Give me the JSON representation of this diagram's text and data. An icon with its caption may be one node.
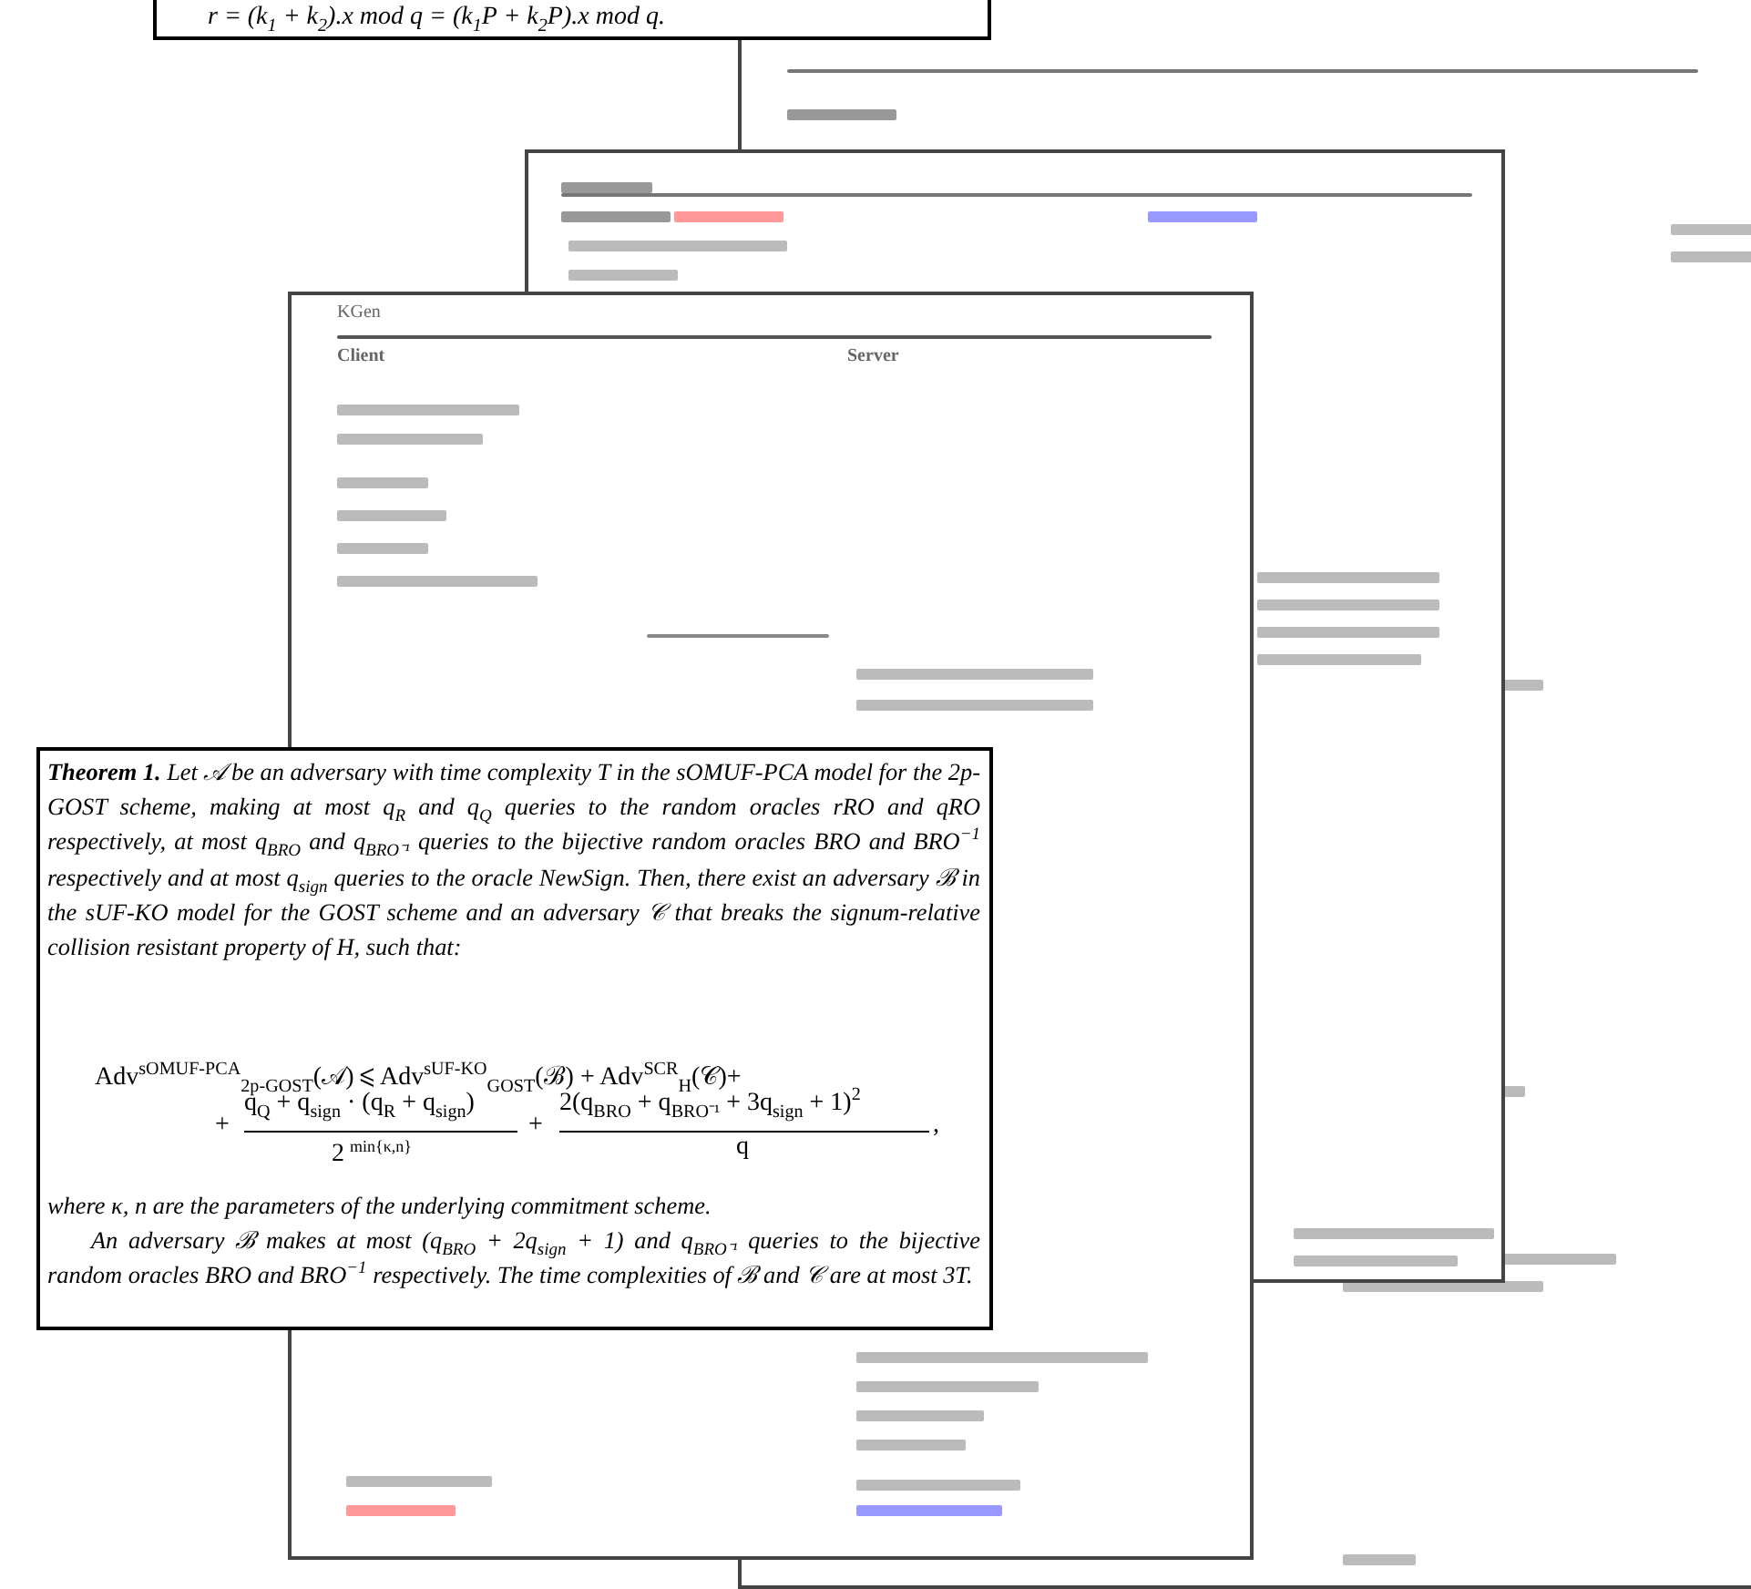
{
  "diagram": {
    "labels": [
      "r = (k$_{1}$ + k$_{2}$).x  mod q = (k$_{1}$P + k$_{2}$P).x  mod q.",
      "KGen",
      "Client",
      "Server",
      "**Theorem 1.** Let 𝒜 be an adversary with time complexity T in the sOMUF-PCA model for the 2p-GOST scheme, making at most q$_{R}$ and q$_{Q}$ queries to the random oracles rRO and qRO respectively, at most q$_{BRO}$ and q$_{BRO⁻¹}$ queries to the bijective random oracles BRO and BRO$^{−1}$ respectively and at most q$_{sign}$ queries to the oracle NewSign. Then, there exist an adversary ℬ in the sUF-KO model for the GOST scheme and an adversary 𝒞 that breaks the signum-relative collision resistant property of H, such that:",
      "Adv$^{sOMUF-PCA}$$_{2p-GOST}$(𝒜) ⩽ Adv$^{sUF-KO}$$_{GOST}$(ℬ) + Adv$^{SCR}$$_{H}$(𝒞)+",
      "+",
      "q$_{Q}$ + q$_{sign}$ · (q$_{R}$ + q$_{sign}$)",
      "2",
      "min{κ,n}",
      "+",
      "2(q$_{BRO}$ + q$_{BRO⁻¹}$ + 3q$_{sign}$ + 1)$^{2}$",
      "q",
      ",",
      "where κ, n are the parameters of the underlying commitment scheme.",
      "An adversary ℬ makes at most (q$_{BRO}$ + 2q$_{sign}$ + 1) and q$_{BRO⁻¹}$ queries to the bijective random oracles BRO and BRO$^{−1}$ respectively. The time complexities of ℬ and 𝒞 are at most 3T."
    ]
  }
}
